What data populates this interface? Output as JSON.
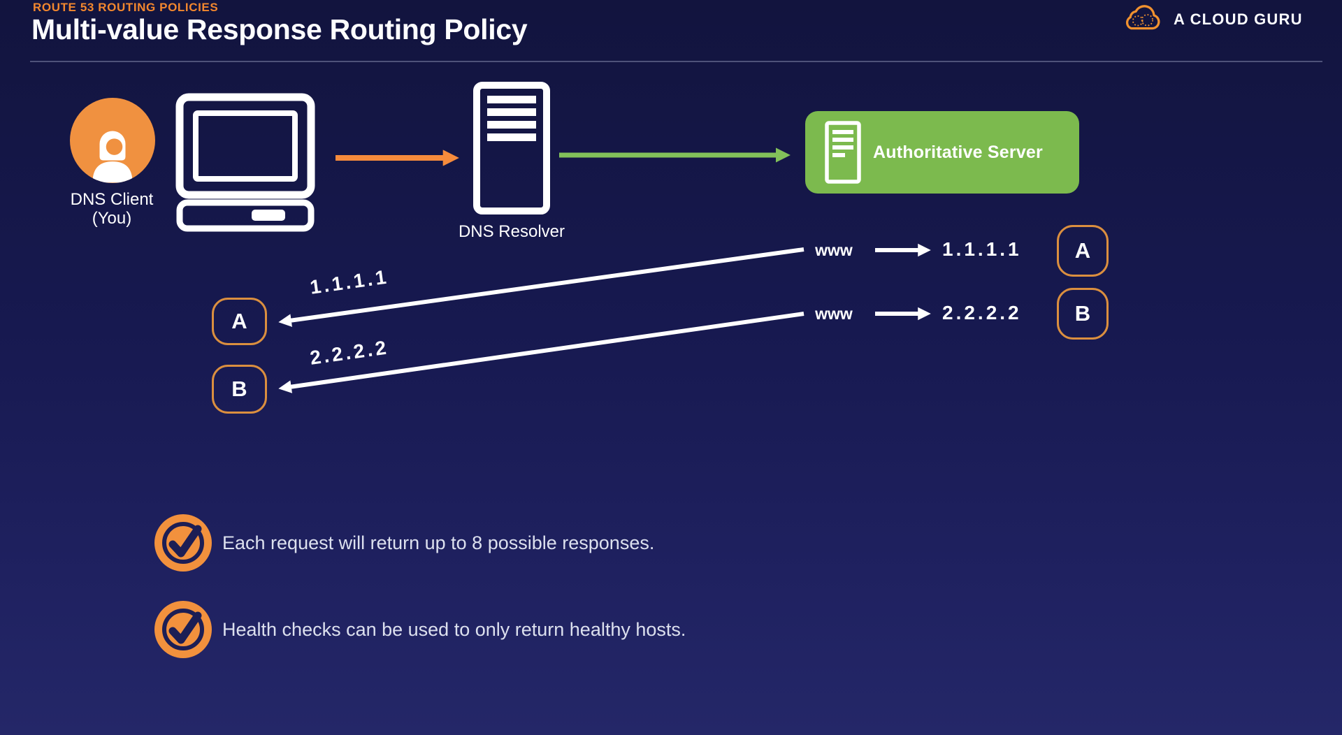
{
  "header": {
    "eyebrow": "ROUTE 53 ROUTING POLICIES",
    "title": "Multi-value Response Routing Policy"
  },
  "brand": {
    "name": "A CLOUD GURU"
  },
  "diagram": {
    "client": {
      "label_line1": "DNS Client",
      "label_line2": "(You)"
    },
    "resolver": {
      "label": "DNS Resolver"
    },
    "authoritative": {
      "label": "Authoritative Server"
    },
    "records": [
      {
        "host": "www",
        "ip": "1.1.1.1",
        "record_type": "A"
      },
      {
        "host": "www",
        "ip": "2.2.2.2",
        "record_type": "B"
      }
    ],
    "responses": [
      {
        "ip": "1.1.1.1",
        "record_type": "A"
      },
      {
        "ip": "2.2.2.2",
        "record_type": "B"
      }
    ]
  },
  "bullets": [
    "Each request will return up to 8 possible responses.",
    "Health checks can be used to only return healthy hosts."
  ],
  "colors": {
    "background_top": "#12143E",
    "background_bottom": "#242768",
    "orange_accent": "#F09140",
    "orange_arrow": "#F68B3C",
    "green_box": "#7CBA4E",
    "green_arrow": "#82C15A",
    "bullet_text": "#DCE0EE",
    "white": "#FFFFFF"
  }
}
